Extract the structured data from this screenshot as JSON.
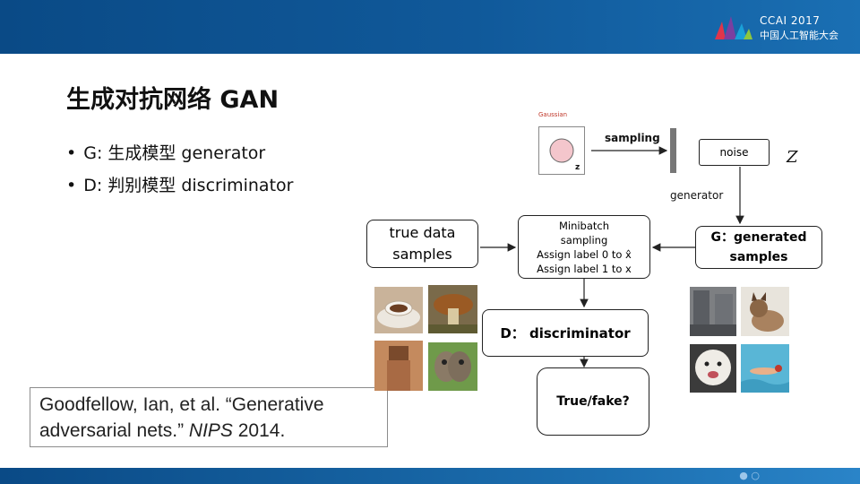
{
  "header": {
    "logo_line1": "CCAI 2017",
    "logo_line2": "中国人工智能大会"
  },
  "slide": {
    "title": "生成对抗网络 GAN",
    "bullets": [
      "G: 生成模型 generator",
      "D: 判别模型 discriminator"
    ]
  },
  "reference": {
    "text_before": "Goodfellow, Ian, et al. “Generative adversarial nets.” ",
    "venue": "NIPS",
    "text_after": " 2014."
  },
  "diagram": {
    "gaussian_label": "Gaussian",
    "gaussian_var": "z",
    "sampling_label": "sampling",
    "noise_label": "noise",
    "z_label": "Z",
    "generator_label": "generator",
    "true_data_line1": "true data",
    "true_data_line2": "samples",
    "minibatch_line1": "Minibatch",
    "minibatch_line2": "sampling",
    "minibatch_line3": "Assign label 0 to x̂",
    "minibatch_line4": "Assign label 1 to x",
    "generated_line1": "G：generated",
    "generated_line2": "samples",
    "discriminator_label": "D：  discriminator",
    "output_label": "True/fake?"
  },
  "footer": {
    "page_dots": "● ○"
  }
}
